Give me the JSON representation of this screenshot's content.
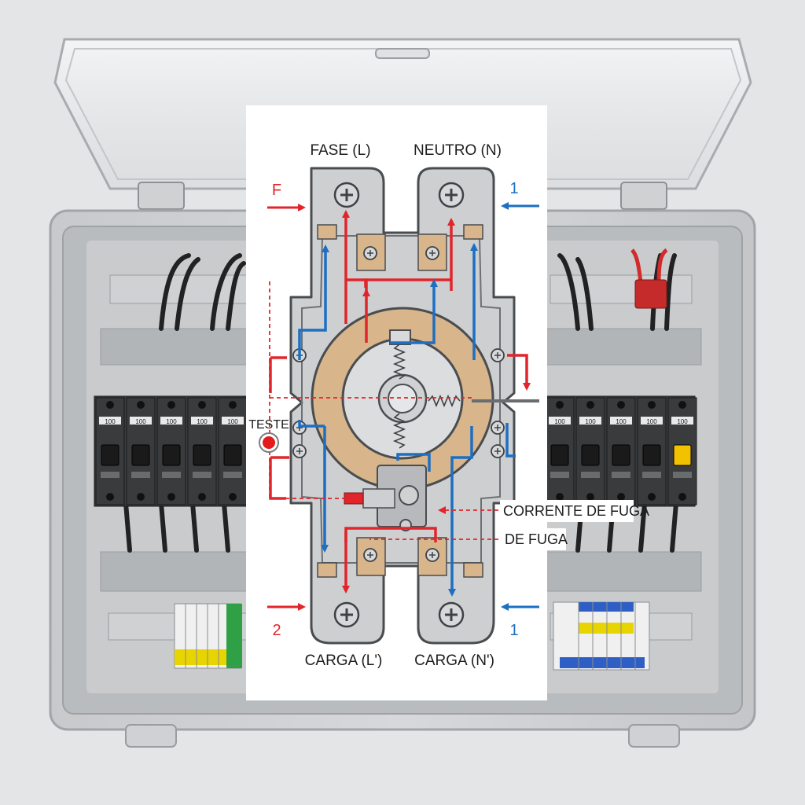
{
  "colors": {
    "phase": "#e0262b",
    "neutral": "#1d6fc2",
    "core": "#d8b58b",
    "panel": "#ffffff",
    "enclosure": "#cfd1d3",
    "test_button": "#e31b1b",
    "breaker_body": "#3a3b3d",
    "breaker_handle_accent": "#f2c200"
  },
  "diagram": {
    "top_left_label": "FASE (L)",
    "top_right_label": "NEUTRO (N)",
    "bottom_left_label": "CARGA (L')",
    "bottom_right_label": "CARGA (N')",
    "marker_top_left": "F",
    "marker_top_right": "1",
    "marker_bottom_left": "2",
    "marker_bottom_right": "1",
    "test_label": "TESTE",
    "leak_label_1": "CORRENTE DE FUGA",
    "leak_label_2": "DE FUGA"
  },
  "breaker_labels": {
    "left": [
      "100",
      "100",
      "100",
      "100",
      "100"
    ],
    "right": [
      "100",
      "100",
      "100",
      "100",
      "100"
    ]
  },
  "icons": [
    "screw-icon",
    "spring-icon",
    "arrow-icon",
    "test-button-icon"
  ]
}
